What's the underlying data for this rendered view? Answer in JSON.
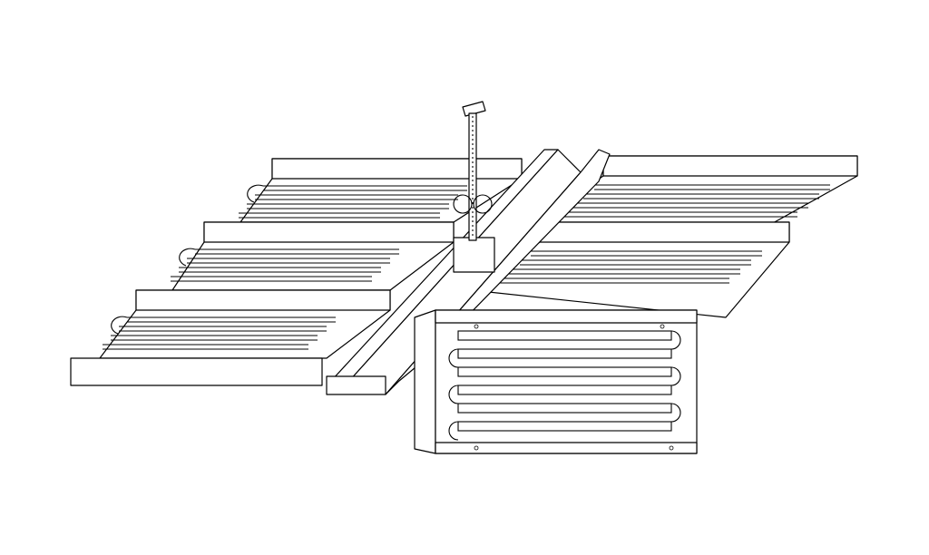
{
  "drawing": {
    "stroke_color": "#000000",
    "background_color": "#ffffff",
    "components": [
      "left-panel-upper",
      "left-panel-middle",
      "left-panel-lower",
      "right-panel-upper",
      "right-panel-middle",
      "central-beam",
      "suspension-rod",
      "front-panel"
    ]
  }
}
